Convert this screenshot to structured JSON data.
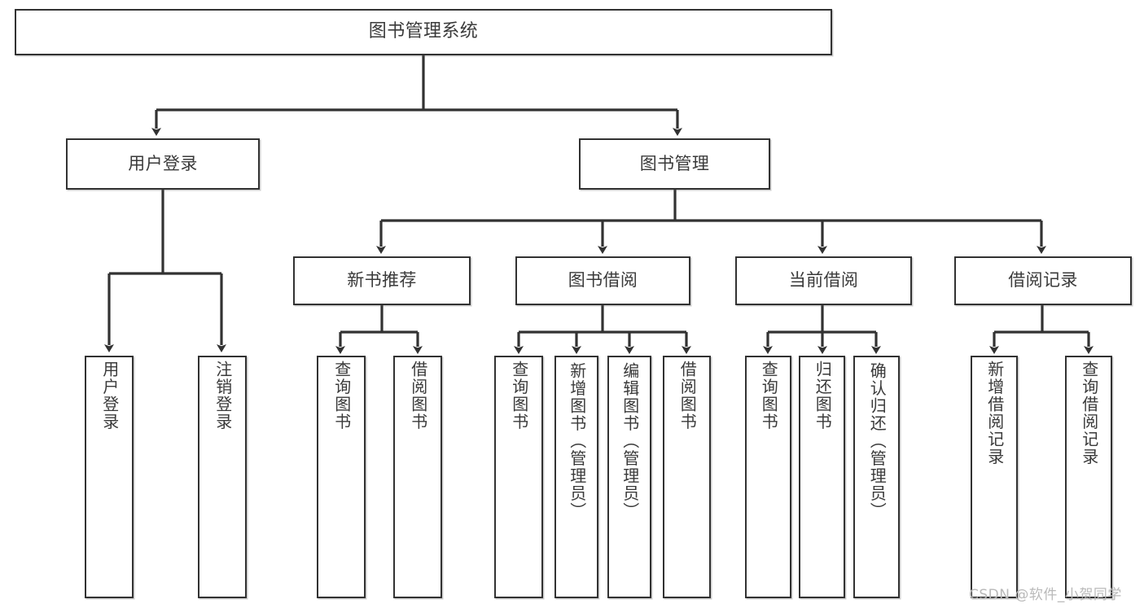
{
  "diagram": {
    "title": "图书管理系统",
    "type": "hierarchy-tree",
    "root": {
      "id": "root",
      "label": "图书管理系统"
    },
    "level2": [
      {
        "id": "user-login",
        "label": "用户登录"
      },
      {
        "id": "book-management",
        "label": "图书管理"
      }
    ],
    "level3": [
      {
        "id": "new-book-recommend",
        "label": "新书推荐",
        "parent": "book-management"
      },
      {
        "id": "book-borrow",
        "label": "图书借阅",
        "parent": "book-management"
      },
      {
        "id": "current-borrow",
        "label": "当前借阅",
        "parent": "book-management"
      },
      {
        "id": "borrow-record",
        "label": "借阅记录",
        "parent": "book-management"
      }
    ],
    "leaves": [
      {
        "id": "leaf-user-login",
        "label": "用户登录",
        "parent": "user-login"
      },
      {
        "id": "leaf-logout",
        "label": "注销登录",
        "parent": "user-login"
      },
      {
        "id": "leaf-query-book-1",
        "label": "查询图书",
        "parent": "new-book-recommend"
      },
      {
        "id": "leaf-borrow-book-1",
        "label": "借阅图书",
        "parent": "new-book-recommend"
      },
      {
        "id": "leaf-query-book-2",
        "label": "查询图书",
        "parent": "book-borrow"
      },
      {
        "id": "leaf-add-book",
        "label": "新增图书（管理员）",
        "parent": "book-borrow"
      },
      {
        "id": "leaf-edit-book",
        "label": "编辑图书（管理员）",
        "parent": "book-borrow"
      },
      {
        "id": "leaf-borrow-book-2",
        "label": "借阅图书",
        "parent": "book-borrow"
      },
      {
        "id": "leaf-query-book-3",
        "label": "查询图书",
        "parent": "current-borrow"
      },
      {
        "id": "leaf-return-book",
        "label": "归还图书",
        "parent": "current-borrow"
      },
      {
        "id": "leaf-confirm-return",
        "label": "确认归还（管理员）",
        "parent": "current-borrow"
      },
      {
        "id": "leaf-add-record",
        "label": "新增借阅记录",
        "parent": "borrow-record"
      },
      {
        "id": "leaf-query-record",
        "label": "查询借阅记录",
        "parent": "borrow-record"
      }
    ],
    "colors": {
      "stroke": "#323232",
      "text": "#3a3a3a",
      "background": "#ffffff",
      "watermark": "#b9b9b9"
    }
  },
  "watermark": {
    "text": "CSDN @软件_小贺同学"
  }
}
